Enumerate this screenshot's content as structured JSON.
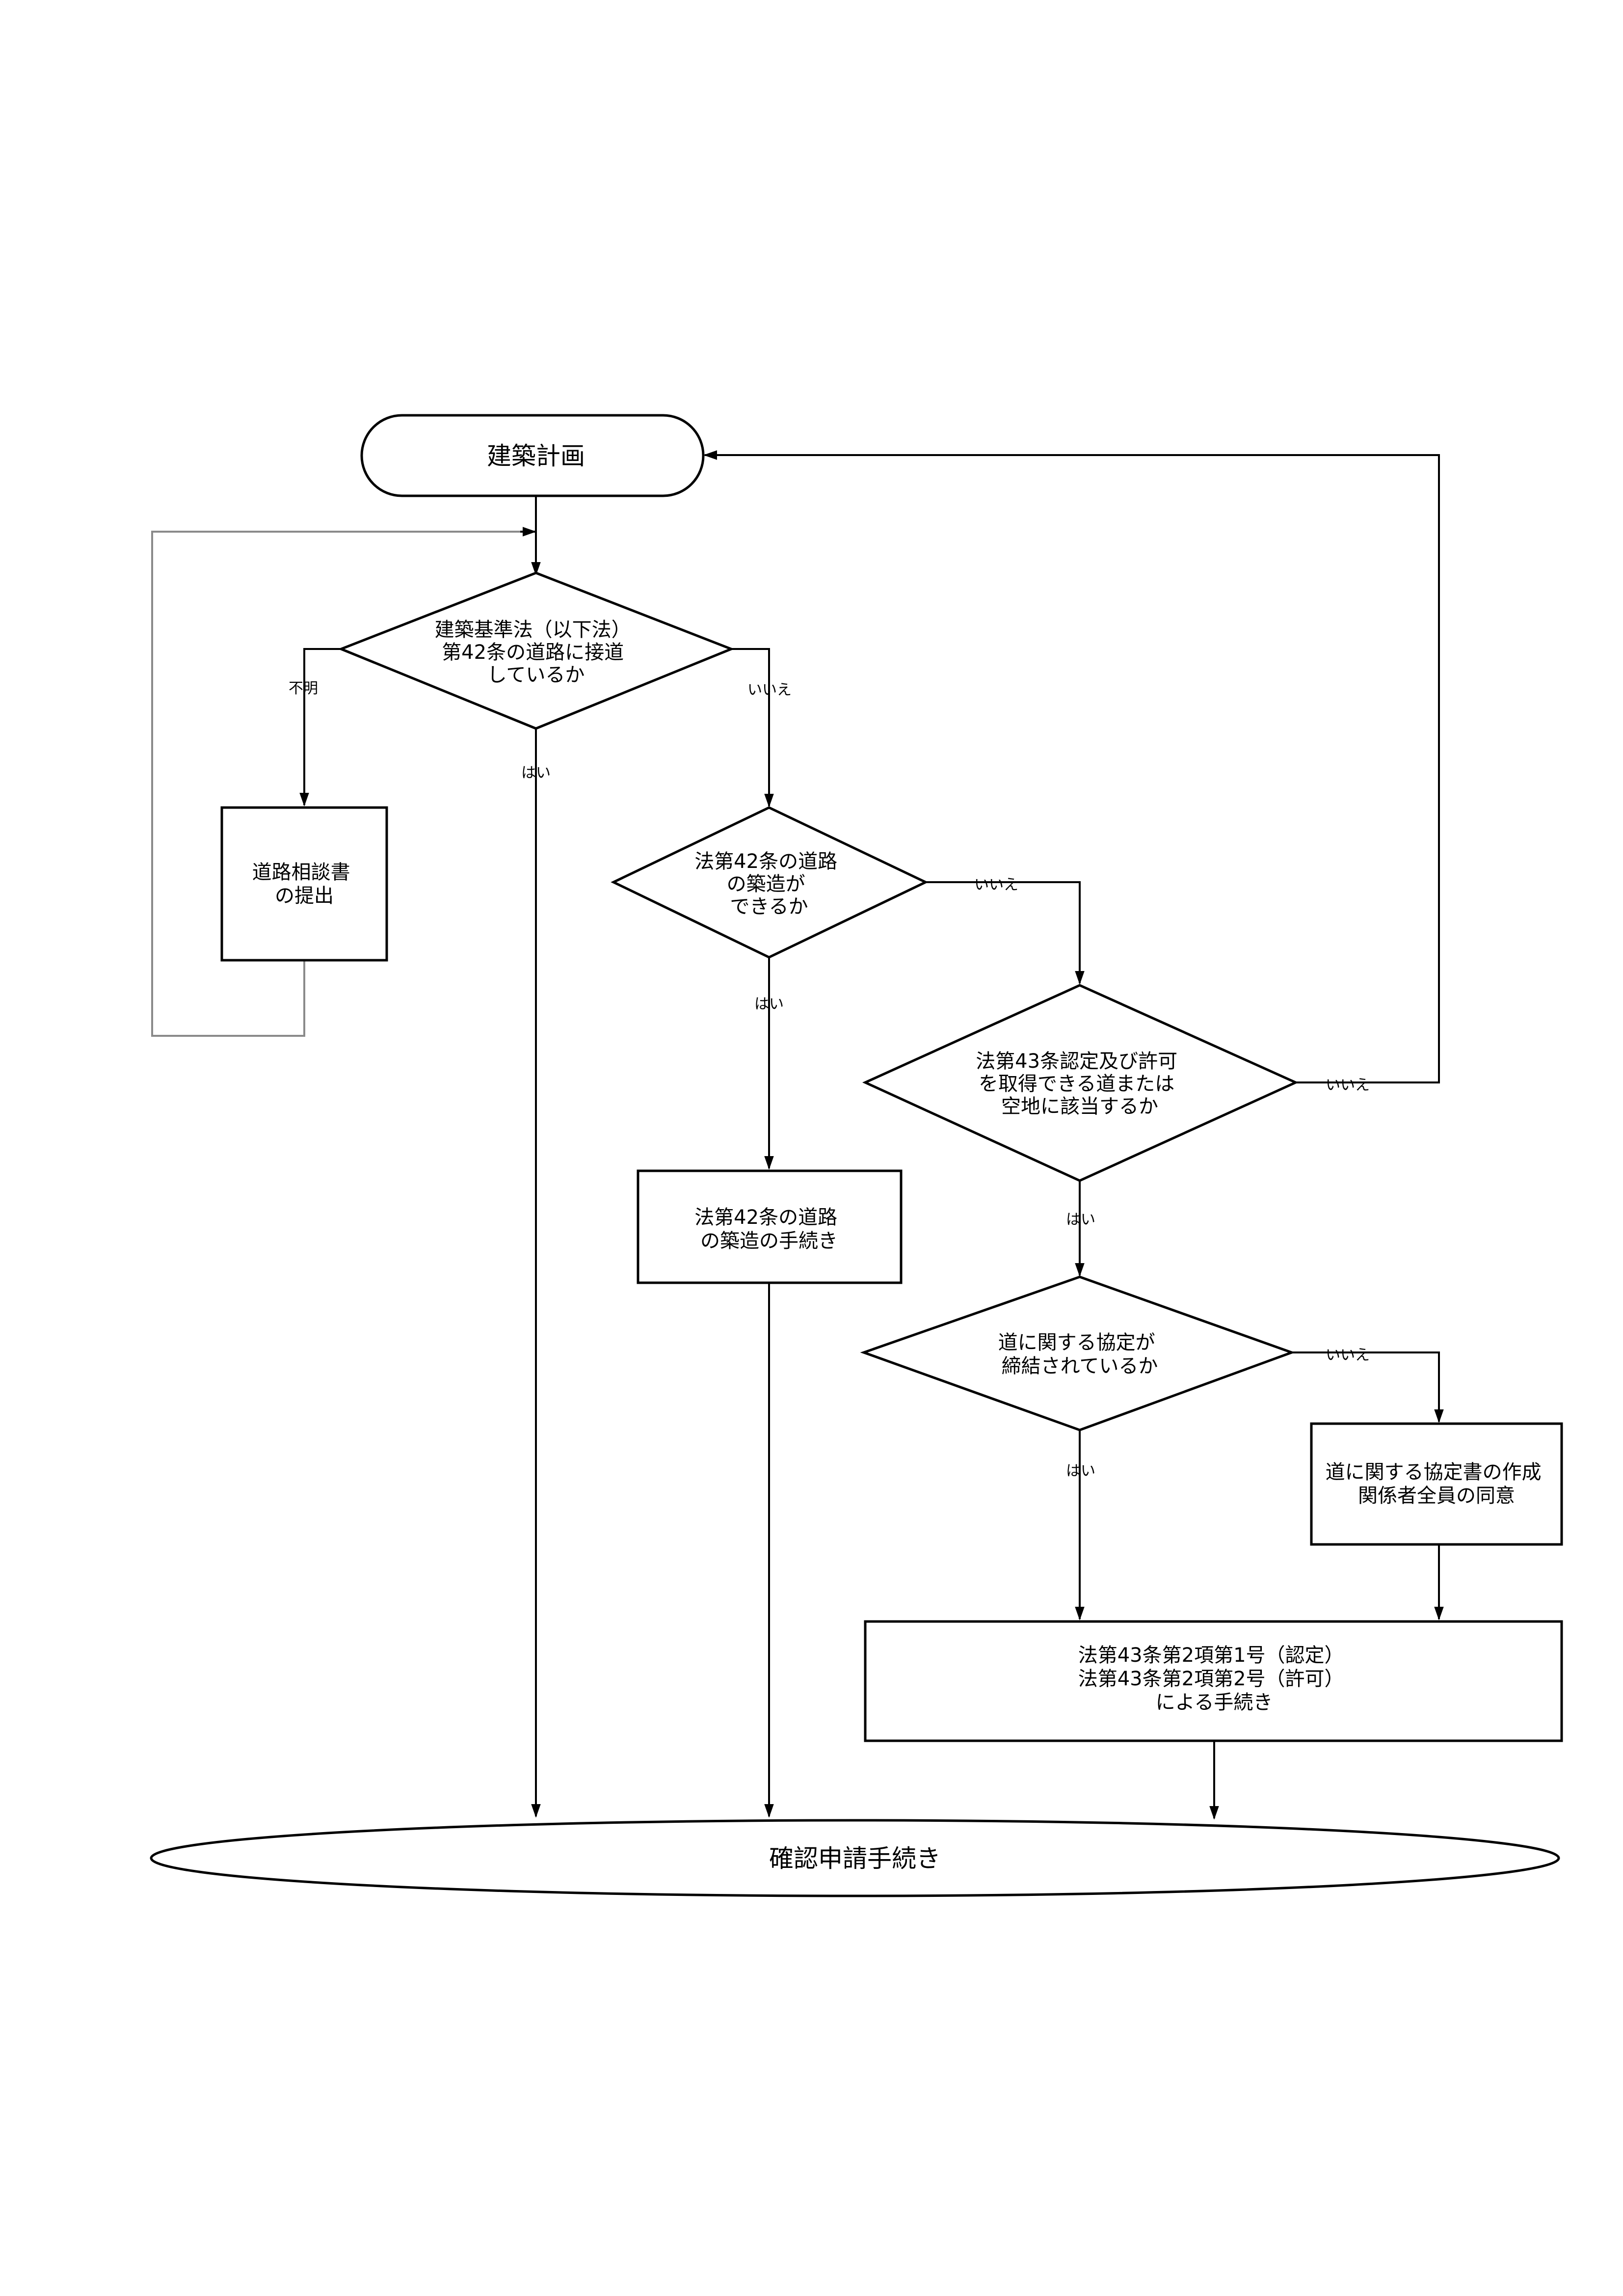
{
  "nodes": {
    "start": "建築計画",
    "q_road": [
      "建築基準法（以下法）",
      "第42条の道路に接道",
      "しているか"
    ],
    "consult": [
      "道路相談書",
      "の提出"
    ],
    "q_build": [
      "法第42条の道路",
      "の築造が",
      "できるか"
    ],
    "q_43": [
      "法第43条認定及び許可",
      "を取得できる道または",
      "空地に該当するか"
    ],
    "proc_build": [
      "法第42条の道路",
      "の築造の手続き"
    ],
    "q_agreement": [
      "道に関する協定が",
      "締結されているか"
    ],
    "make_agreement": [
      "道に関する協定書の作成",
      "関係者全員の同意"
    ],
    "proc_43": [
      "法第43条第2項第1号（認定）",
      "法第43条第2項第2号（許可）",
      "による手続き"
    ],
    "end": "確認申請手続き"
  },
  "edge_labels": {
    "q_road_unknown": "不明",
    "q_road_yes": "はい",
    "q_road_no": "いいえ",
    "q_build_no": "いいえ",
    "q_build_yes": "はい",
    "q_43_no": "いいえ",
    "q_43_yes": "はい",
    "q_agreement_no": "いいえ",
    "q_agreement_yes": "はい"
  }
}
